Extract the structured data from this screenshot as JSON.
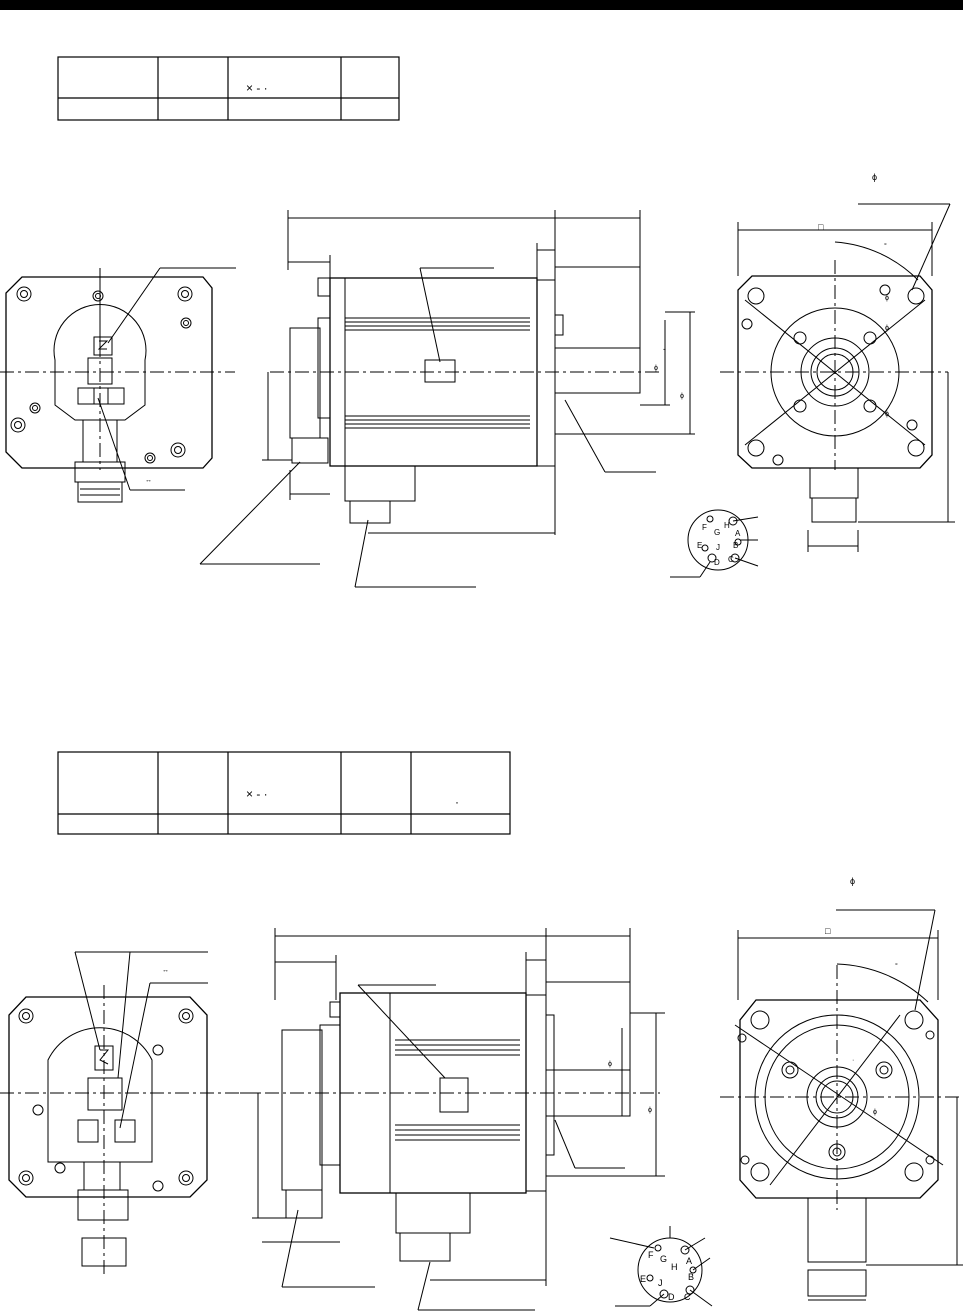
{
  "header": {
    "bar_color": "#000000"
  },
  "spec_table_1": {
    "row1": [
      "",
      "",
      "× - ·",
      ""
    ],
    "row2": [
      "",
      "",
      "",
      ""
    ]
  },
  "spec_table_2": {
    "row1": [
      "",
      "",
      "× - ·",
      "",
      "·"
    ],
    "row2": [
      "",
      "",
      "",
      "",
      ""
    ]
  },
  "drawing_1": {
    "flange_symbol": "□",
    "phi_symbol": "ϕ",
    "angle_mark": "°",
    "connector_pins": [
      "F",
      "G",
      "H",
      "A",
      "E",
      "J",
      "B",
      "D",
      "C"
    ],
    "small_marks": [
      "-",
      "ϕ",
      "ϕ",
      "ϕ",
      "ϕ",
      "ϕ",
      "↔"
    ]
  },
  "drawing_2": {
    "flange_symbol": "□",
    "phi_symbol": "ϕ",
    "angle_mark": "°",
    "connector_pins": [
      "F",
      "G",
      "H",
      "A",
      "E",
      "J",
      "B",
      "D",
      "C"
    ],
    "small_marks": [
      "ϕ",
      "ϕ",
      "ϕ",
      "·",
      "↔"
    ]
  },
  "colors": {
    "ink": "#000000",
    "paper": "#ffffff"
  }
}
